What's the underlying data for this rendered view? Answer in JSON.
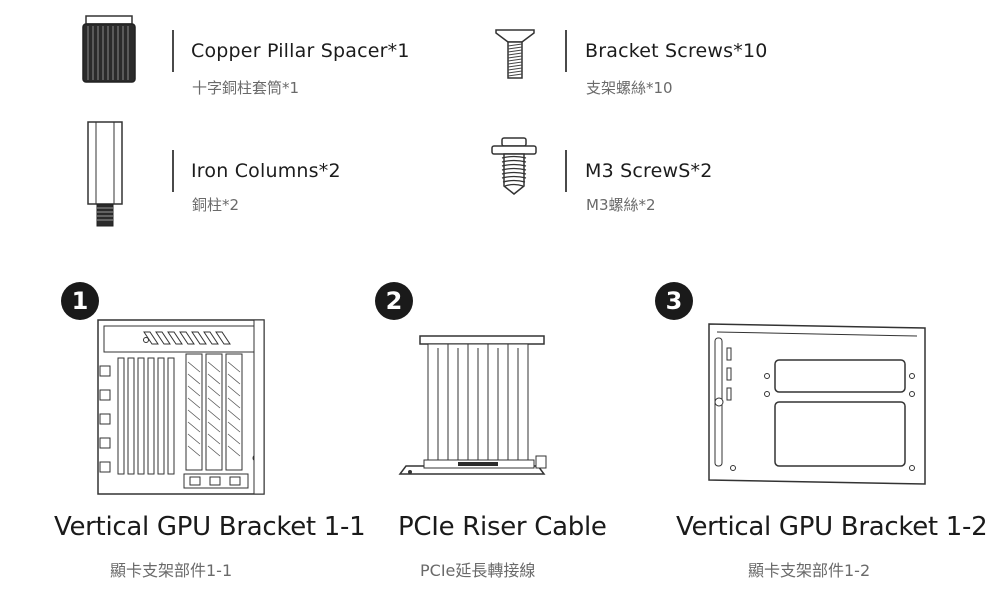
{
  "accessories": [
    {
      "title": "Copper Pillar Spacer*1",
      "subtitle": "十字銅柱套筒*1",
      "icon": "copper-pillar-spacer-icon"
    },
    {
      "title": "Bracket Screws*10",
      "subtitle": "支架螺絲*10",
      "icon": "bracket-screw-icon"
    },
    {
      "title": "Iron Columns*2",
      "subtitle": "銅柱*2",
      "icon": "iron-column-icon"
    },
    {
      "title": "M3 ScrewS*2",
      "subtitle": "M3螺絲*2",
      "icon": "m3-screw-icon"
    }
  ],
  "parts": [
    {
      "number": "1",
      "title": "Vertical GPU Bracket 1-1",
      "subtitle": "顯卡支架部件1-1",
      "icon": "vertical-gpu-bracket-1-1-illustration"
    },
    {
      "number": "2",
      "title": "PCIe Riser Cable",
      "subtitle": "PCIe延長轉接線",
      "icon": "pcie-riser-cable-illustration"
    },
    {
      "number": "3",
      "title": "Vertical GPU Bracket 1-2",
      "subtitle": "顯卡支架部件1-2",
      "icon": "vertical-gpu-bracket-1-2-illustration"
    }
  ]
}
